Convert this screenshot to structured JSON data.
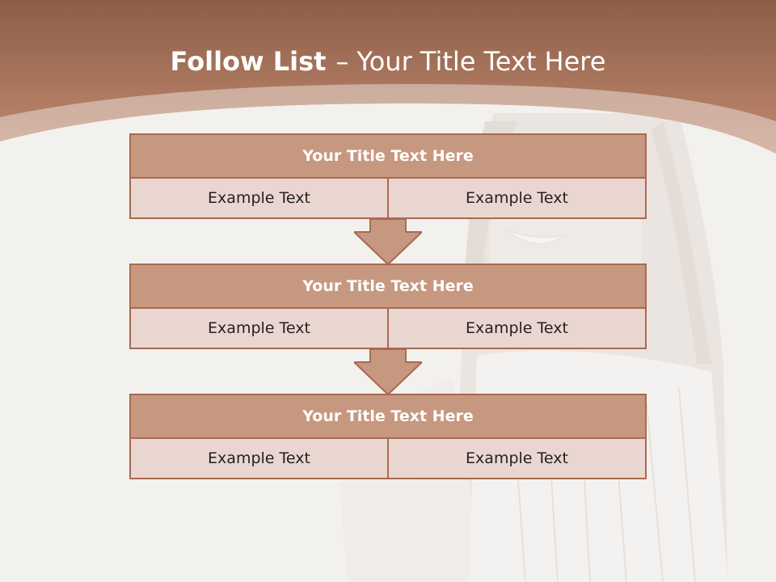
{
  "slide": {
    "title_bold": "Follow List",
    "title_separator": "–",
    "title_rest": "Your Title Text Here"
  },
  "blocks": [
    {
      "title": "Your Title Text Here",
      "cells": [
        "Example Text",
        "Example Text"
      ]
    },
    {
      "title": "Your Title Text Here",
      "cells": [
        "Example Text",
        "Example Text"
      ]
    },
    {
      "title": "Your Title Text Here",
      "cells": [
        "Example Text",
        "Example Text"
      ]
    }
  ],
  "colors": {
    "header_band": "#b67c62",
    "block_title_fill": "#c79880",
    "block_cell_fill": "#ead6d0",
    "block_border": "#a9694f",
    "background": "#f3f1ee"
  }
}
